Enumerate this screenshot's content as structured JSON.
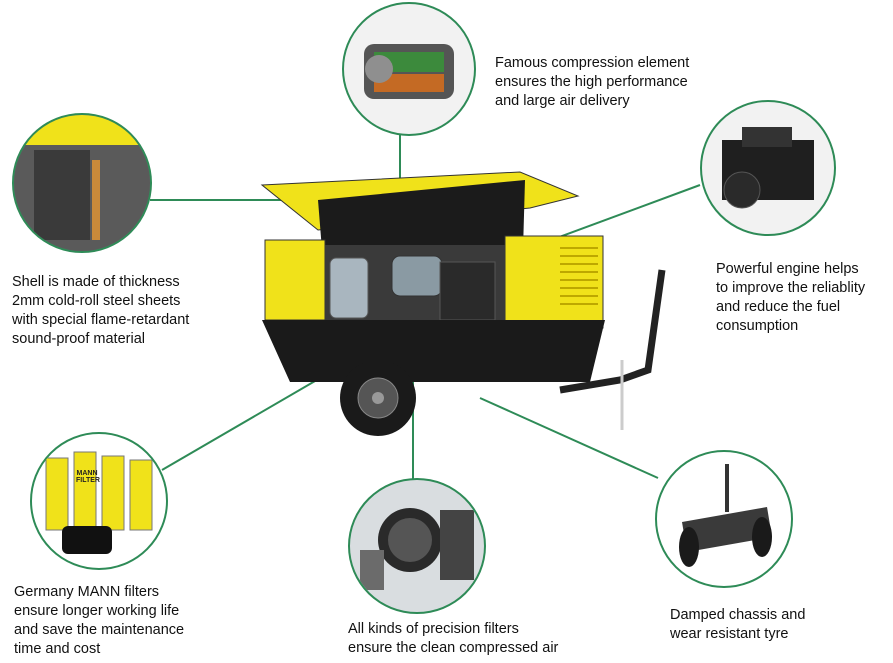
{
  "features": [
    {
      "id": "compression",
      "text": "Famous compression element\nensures the high performance\nand large air delivery"
    },
    {
      "id": "engine",
      "text": "Powerful engine helps\nto improve the reliablity\nand reduce the fuel\nconsumption"
    },
    {
      "id": "shell",
      "text": "Shell is made of thickness\n2mm cold-roll steel sheets\nwith special flame-retardant\nsound-proof material"
    },
    {
      "id": "mann",
      "text": "Germany MANN filters\nensure longer working life\nand save the maintenance\ntime and cost"
    },
    {
      "id": "precision",
      "text": "All kinds of precision filters\nensure the clean compressed air"
    },
    {
      "id": "chassis",
      "text": "Damped chassis and\nwear resistant tyre"
    }
  ],
  "filter_label": "MANN FILTER",
  "colors": {
    "line": "#2e8b57",
    "yellow": "#f0e21a",
    "black": "#1a1a1a"
  }
}
